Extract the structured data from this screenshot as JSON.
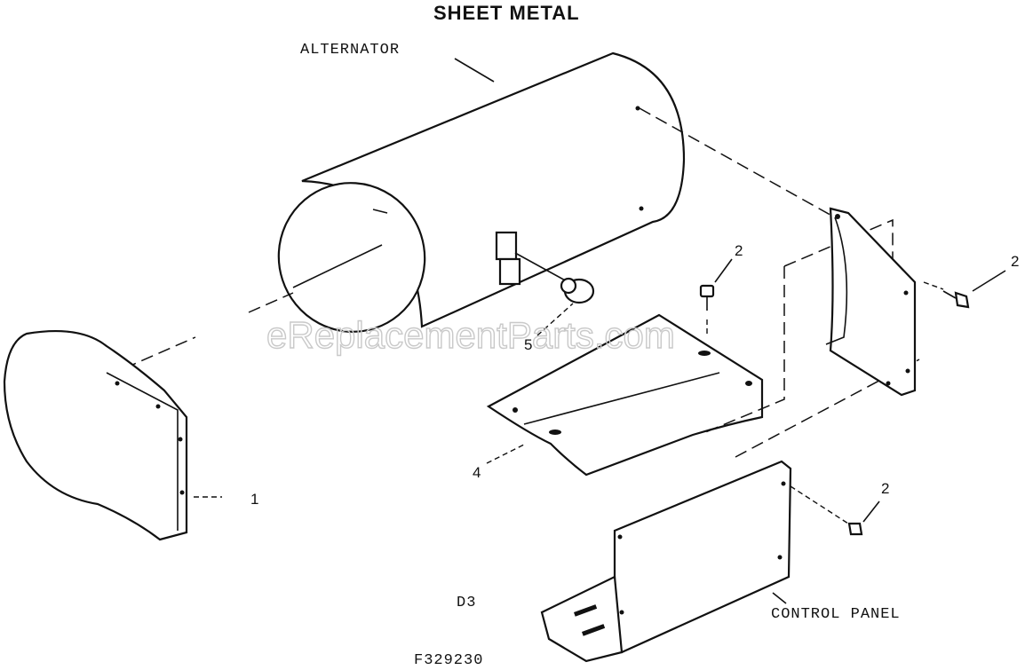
{
  "title": "SHEET METAL",
  "watermark": "eReplacementParts.com",
  "labels": {
    "alternator": "ALTERNATOR",
    "control_panel": "CONTROL PANEL",
    "section": "D3",
    "figure_number": "F329230"
  },
  "callouts": {
    "end_cover": "1",
    "screw_top": "2",
    "screw_right": "2",
    "screw_bottom": "2",
    "top_plate": "4",
    "grommet": "5"
  }
}
